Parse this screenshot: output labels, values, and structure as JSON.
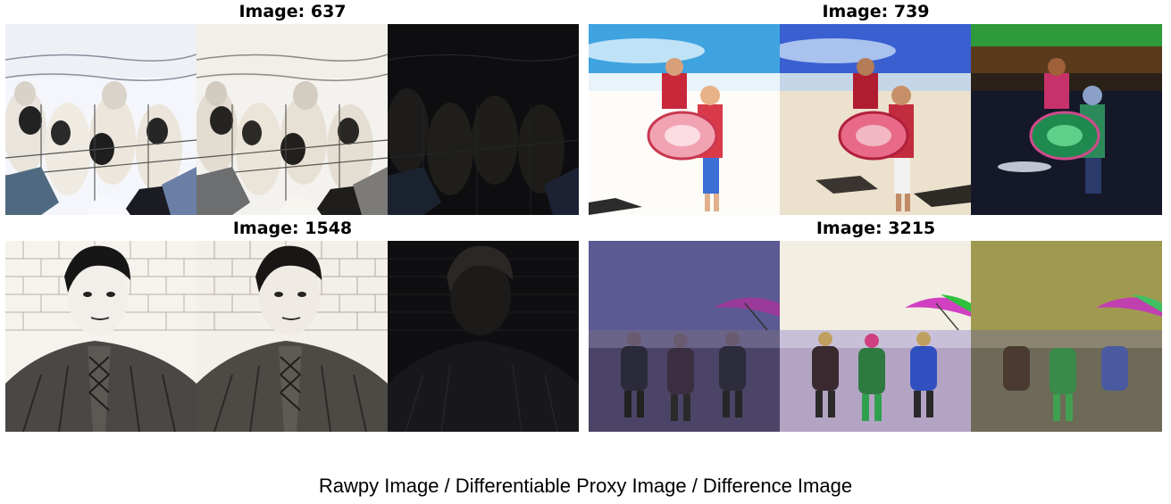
{
  "groups": [
    {
      "title": "Image: 637"
    },
    {
      "title": "Image: 739"
    },
    {
      "title": "Image: 1548"
    },
    {
      "title": "Image: 3215"
    }
  ],
  "caption": "Rawpy Image / Differentiable Proxy Image / Difference Image"
}
